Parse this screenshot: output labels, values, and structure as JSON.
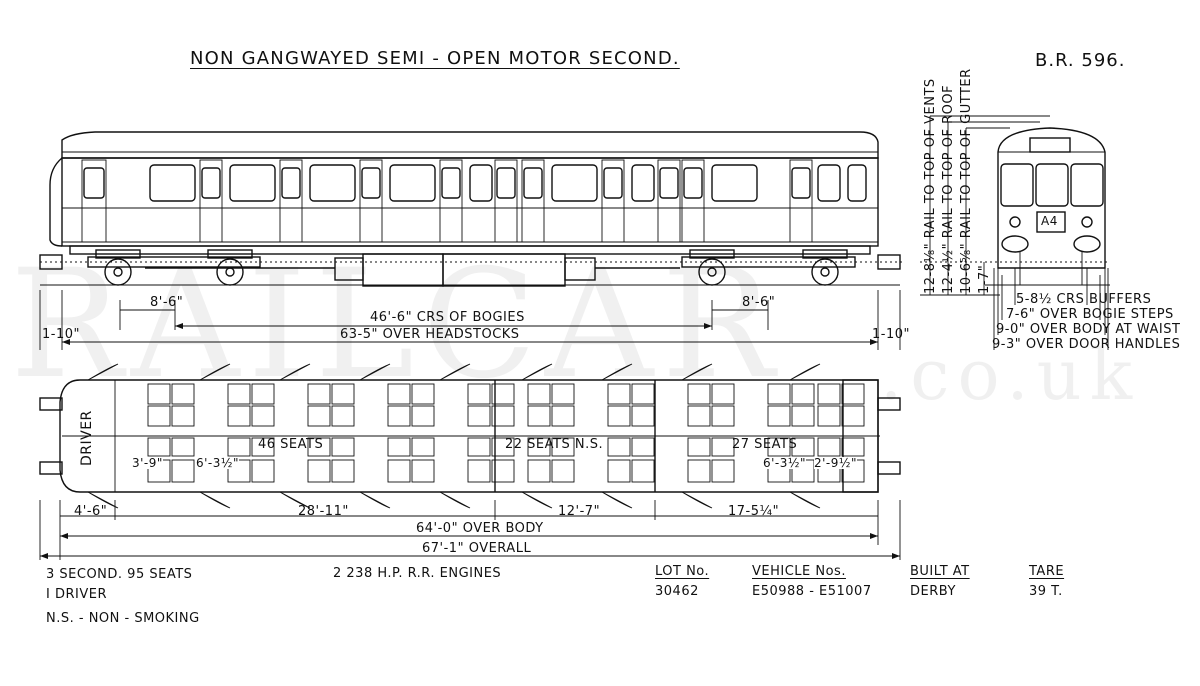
{
  "title": "NON GANGWAYED SEMI - OPEN MOTOR SECOND.",
  "reference": "B.R. 596.",
  "watermark": {
    "main": "RAILCAR",
    "suffix": ".co.uk"
  },
  "side_elevation": {
    "bogie_wheelbase_left": "8'-6\"",
    "bogie_wheelbase_right": "8'-6\"",
    "bogie_centres": "46'-6\" CRS OF BOGIES",
    "over_headstocks": "63-5\" OVER HEADSTOCKS",
    "overhang_left": "1-10\"",
    "overhang_right": "1-10\""
  },
  "end_elevation": {
    "heights": [
      "12-8⅛\" RAIL TO TOP OF VENTS",
      "12-4½\" RAIL TO TOP OF ROOF",
      "10-6⅝\" RAIL TO TOP OF GUTTER",
      "1-7\""
    ],
    "widths": [
      "5-8½ CRS BUFFERS",
      "7-6\" OVER BOGIE STEPS",
      "9-0\" OVER BODY AT WAIST",
      "9-3\" OVER DOOR HANDLES"
    ],
    "headcode": "A4"
  },
  "plan": {
    "driver": "DRIVER",
    "saloons": [
      "46 SEATS",
      "22 SEATS N.S.",
      "27 SEATS"
    ],
    "seat_pitches": [
      "3'-9\"",
      "6'-3½\"",
      "6'-3½\"",
      "2'-9½\""
    ],
    "dimensions": [
      "4'-6\"",
      "28'-11\"",
      "12'-7\"",
      "17-5¼\""
    ],
    "over_body": "64'-0\" OVER BODY",
    "overall": "67'-1\" OVERALL"
  },
  "footer": {
    "accommodation": [
      "3 SECOND. 95 SEATS",
      "I DRIVER",
      "N.S. - NON - SMOKING"
    ],
    "engines": "2 238 H.P. R.R. ENGINES",
    "lot": {
      "label": "LOT No.",
      "value": "30462"
    },
    "vehicles": {
      "label": "VEHICLE Nos.",
      "value": "E50988 - E51007"
    },
    "built": {
      "label": "BUILT AT",
      "value": "DERBY"
    },
    "tare": {
      "label": "TARE",
      "value": "39 T."
    }
  }
}
